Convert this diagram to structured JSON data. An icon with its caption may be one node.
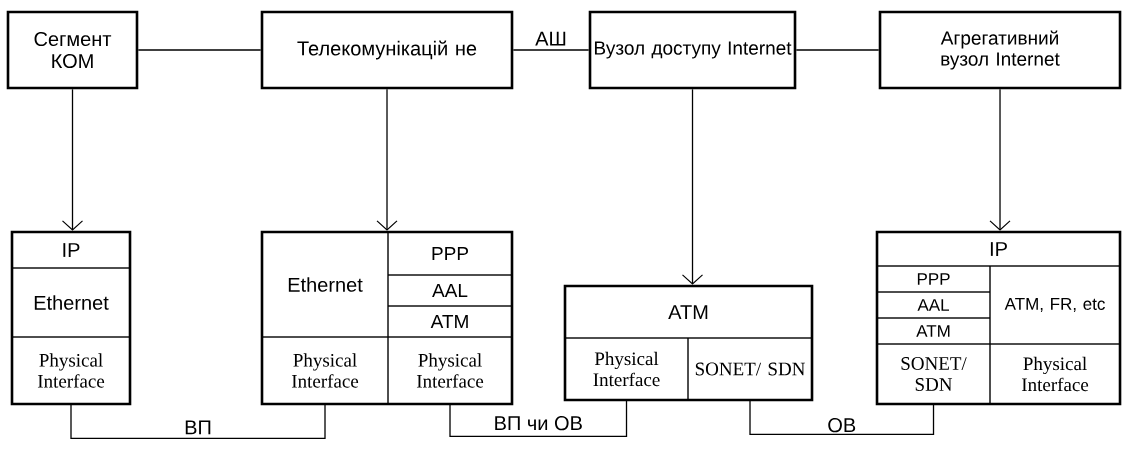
{
  "diagram": {
    "nodes": [
      {
        "text": [
          "Сегмент КОМ"
        ]
      },
      {
        "text": [
          "Телекомунікацій не"
        ]
      },
      {
        "text": [
          "Вузол доступу Internet"
        ]
      },
      {
        "text": [
          "Агрегативний вузол Internet"
        ]
      },
      {
        "text": [],
        "shape": "box"
      },
      {
        "text": [
          "IP"
        ],
        "in": 4
      },
      {
        "text": [
          "Ethernet"
        ],
        "in": 4
      },
      {
        "text": [
          "Physical Interface"
        ],
        "in": 4
      },
      {
        "text": [],
        "shape": "box"
      },
      {
        "text": [
          "Ethernet"
        ],
        "in": 8
      },
      {
        "text": [
          "PPP"
        ],
        "in": 8
      },
      {
        "text": [
          "AAL"
        ],
        "in": 8
      },
      {
        "text": [
          "ATM"
        ],
        "in": 8
      },
      {
        "text": [
          "Physical Interface"
        ],
        "in": 8
      },
      {
        "text": [
          "Physical Interface"
        ],
        "in": 8
      },
      {
        "text": [],
        "shape": "box"
      },
      {
        "text": [
          "ATM"
        ],
        "in": 15
      },
      {
        "text": [
          "Physical Interface"
        ],
        "in": 15
      },
      {
        "text": [
          "SONET/ SDN"
        ],
        "in": 15
      },
      {
        "text": [],
        "shape": "box"
      },
      {
        "text": [
          "IP"
        ],
        "in": 19
      },
      {
        "text": [
          "PPP"
        ],
        "in": 19
      },
      {
        "text": [
          "AAL"
        ],
        "in": 19
      },
      {
        "text": [
          "ATM"
        ],
        "in": 19
      },
      {
        "text": [
          "ATM, FR, etc"
        ],
        "in": 19
      },
      {
        "text": [
          "SONET/ SDN"
        ],
        "in": 19
      },
      {
        "text": [
          "Physical Interface"
        ],
        "in": 19
      }
    ],
    "edges": [
      {
        "from": 0,
        "to": 1,
        "arrow": "none"
      },
      {
        "from": 1,
        "to": 2,
        "arrow": "none",
        "label": "АШ"
      },
      {
        "from": 2,
        "to": 3,
        "arrow": "none"
      },
      {
        "from": 0,
        "to": 4,
        "arrow": "to"
      },
      {
        "from": 1,
        "to": 8,
        "arrow": "to"
      },
      {
        "from": 2,
        "to": 15,
        "arrow": "to"
      },
      {
        "from": 3,
        "to": 19,
        "arrow": "to"
      },
      {
        "from": 7,
        "to": 13,
        "arrow": "none",
        "label": "ВП"
      },
      {
        "from": 14,
        "to": 17,
        "arrow": "none",
        "label": "ВП чи ОВ"
      },
      {
        "from": 18,
        "to": 25,
        "arrow": "none",
        "label": "ОВ"
      }
    ]
  }
}
